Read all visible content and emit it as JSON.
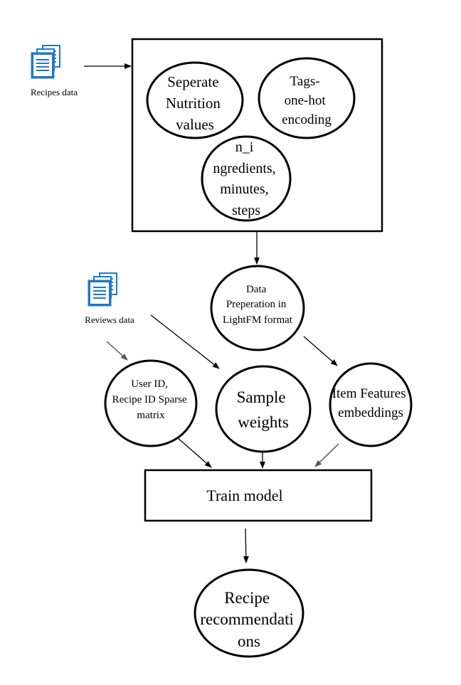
{
  "sources": {
    "recipes": {
      "label": "Recipes data",
      "icon": "documents-icon"
    },
    "reviews": {
      "label": "Reviews data",
      "icon": "documents-icon"
    }
  },
  "preprocess": {
    "nutrition": [
      "Seperate",
      "Nutrition",
      "values"
    ],
    "tags": [
      "Tags-",
      "one-hot",
      "encoding"
    ],
    "numeric": [
      "n_i",
      "ngredients,",
      "minutes,",
      "steps"
    ]
  },
  "data_prep": [
    "Data",
    "Preperation in",
    "LightFM format"
  ],
  "sparse": [
    "User ID,",
    "Recipe ID Sparse",
    "matrix"
  ],
  "weights": [
    "Sample",
    "weights"
  ],
  "item_features": [
    "Item Features",
    "embeddings"
  ],
  "train": "Train model",
  "output": [
    "Recipe",
    "recommendati",
    "ons"
  ],
  "colors": {
    "stroke": "#000000",
    "icon_blue": "#1f78c8",
    "arrow_gray": "#555555"
  }
}
